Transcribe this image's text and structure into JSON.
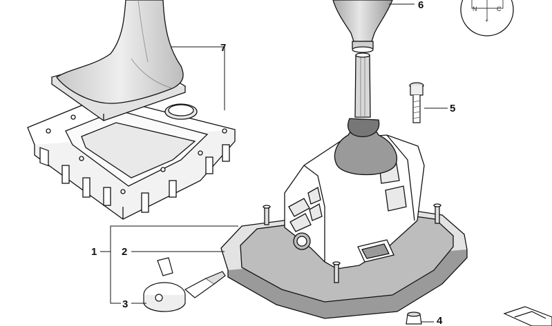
{
  "callouts": {
    "c1": "1",
    "c2": "2",
    "c3": "3",
    "c4": "4",
    "c5": "5",
    "c6": "6",
    "c7": "7"
  },
  "knob_markings": {
    "n": "N",
    "c": "C",
    "plus": "+"
  },
  "colors": {
    "line": "#111111",
    "fill": "#ffffff",
    "shade": "#d9d9d9",
    "dark_shade": "#9a9a9a"
  },
  "icons": {
    "corner_logo": "bmw-diagram-arrow-icon"
  }
}
